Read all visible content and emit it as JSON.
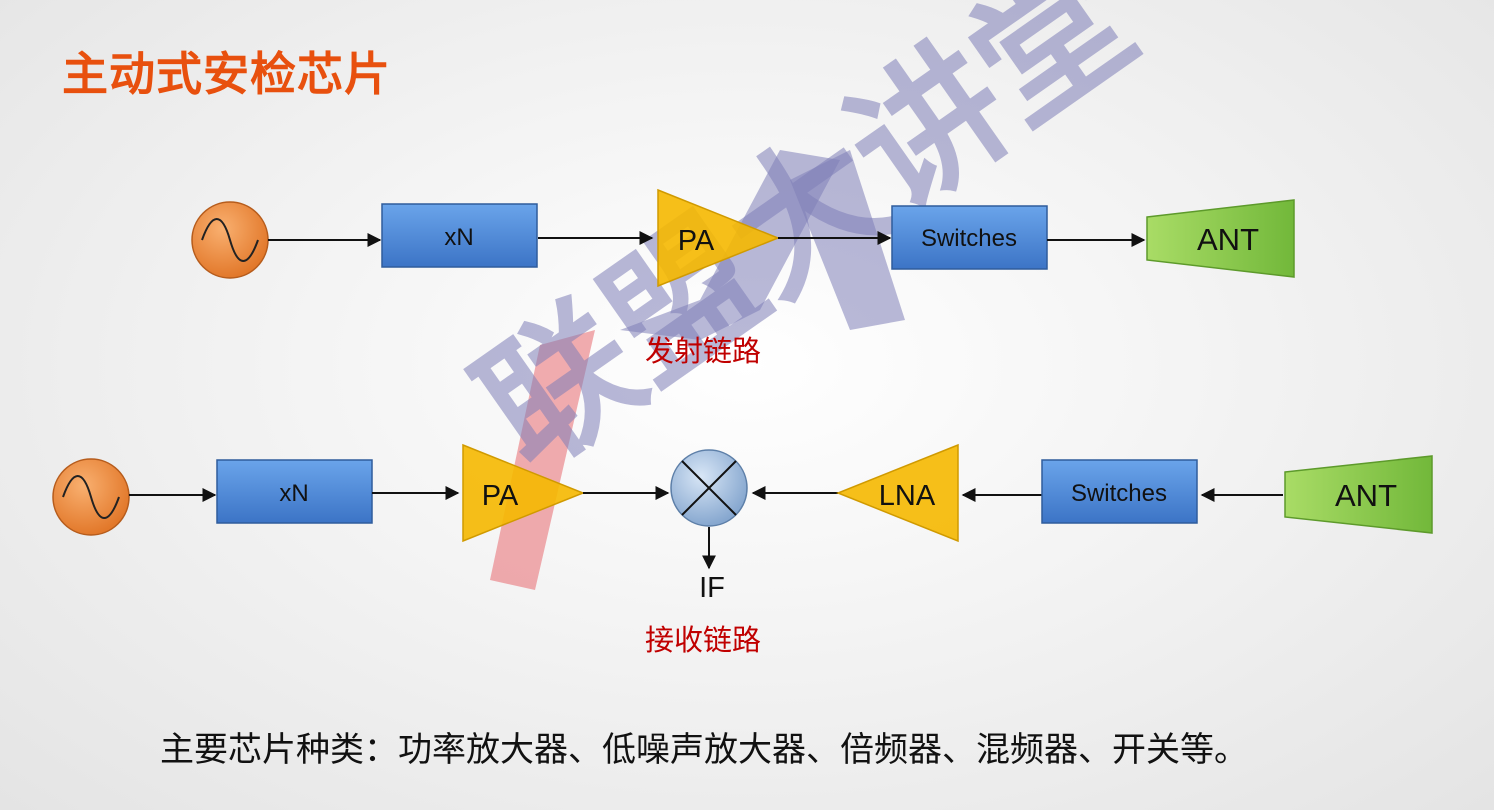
{
  "title": "主动式安检芯片",
  "tx_chain": {
    "label": "发射链路",
    "blocks": {
      "multiplier": "xN",
      "pa": "PA",
      "switches": "Switches",
      "antenna": "ANT"
    }
  },
  "rx_chain": {
    "label": "接收链路",
    "blocks": {
      "multiplier": "xN",
      "pa": "PA",
      "lna": "LNA",
      "switches": "Switches",
      "antenna": "ANT",
      "if_output": "IF"
    }
  },
  "footer_text": "主要芯片种类：功率放大器、低噪声放大器、倍频器、混频器、开关等。",
  "watermark": {
    "logo_text": "联盟大讲堂"
  },
  "colors": {
    "title": "#e8500e",
    "chain_label": "#c00000",
    "blue_block": "#4a86d8",
    "amplifier": "#f5b800",
    "antenna": "#8ccf4a",
    "oscillator": "#ee8a3a"
  }
}
